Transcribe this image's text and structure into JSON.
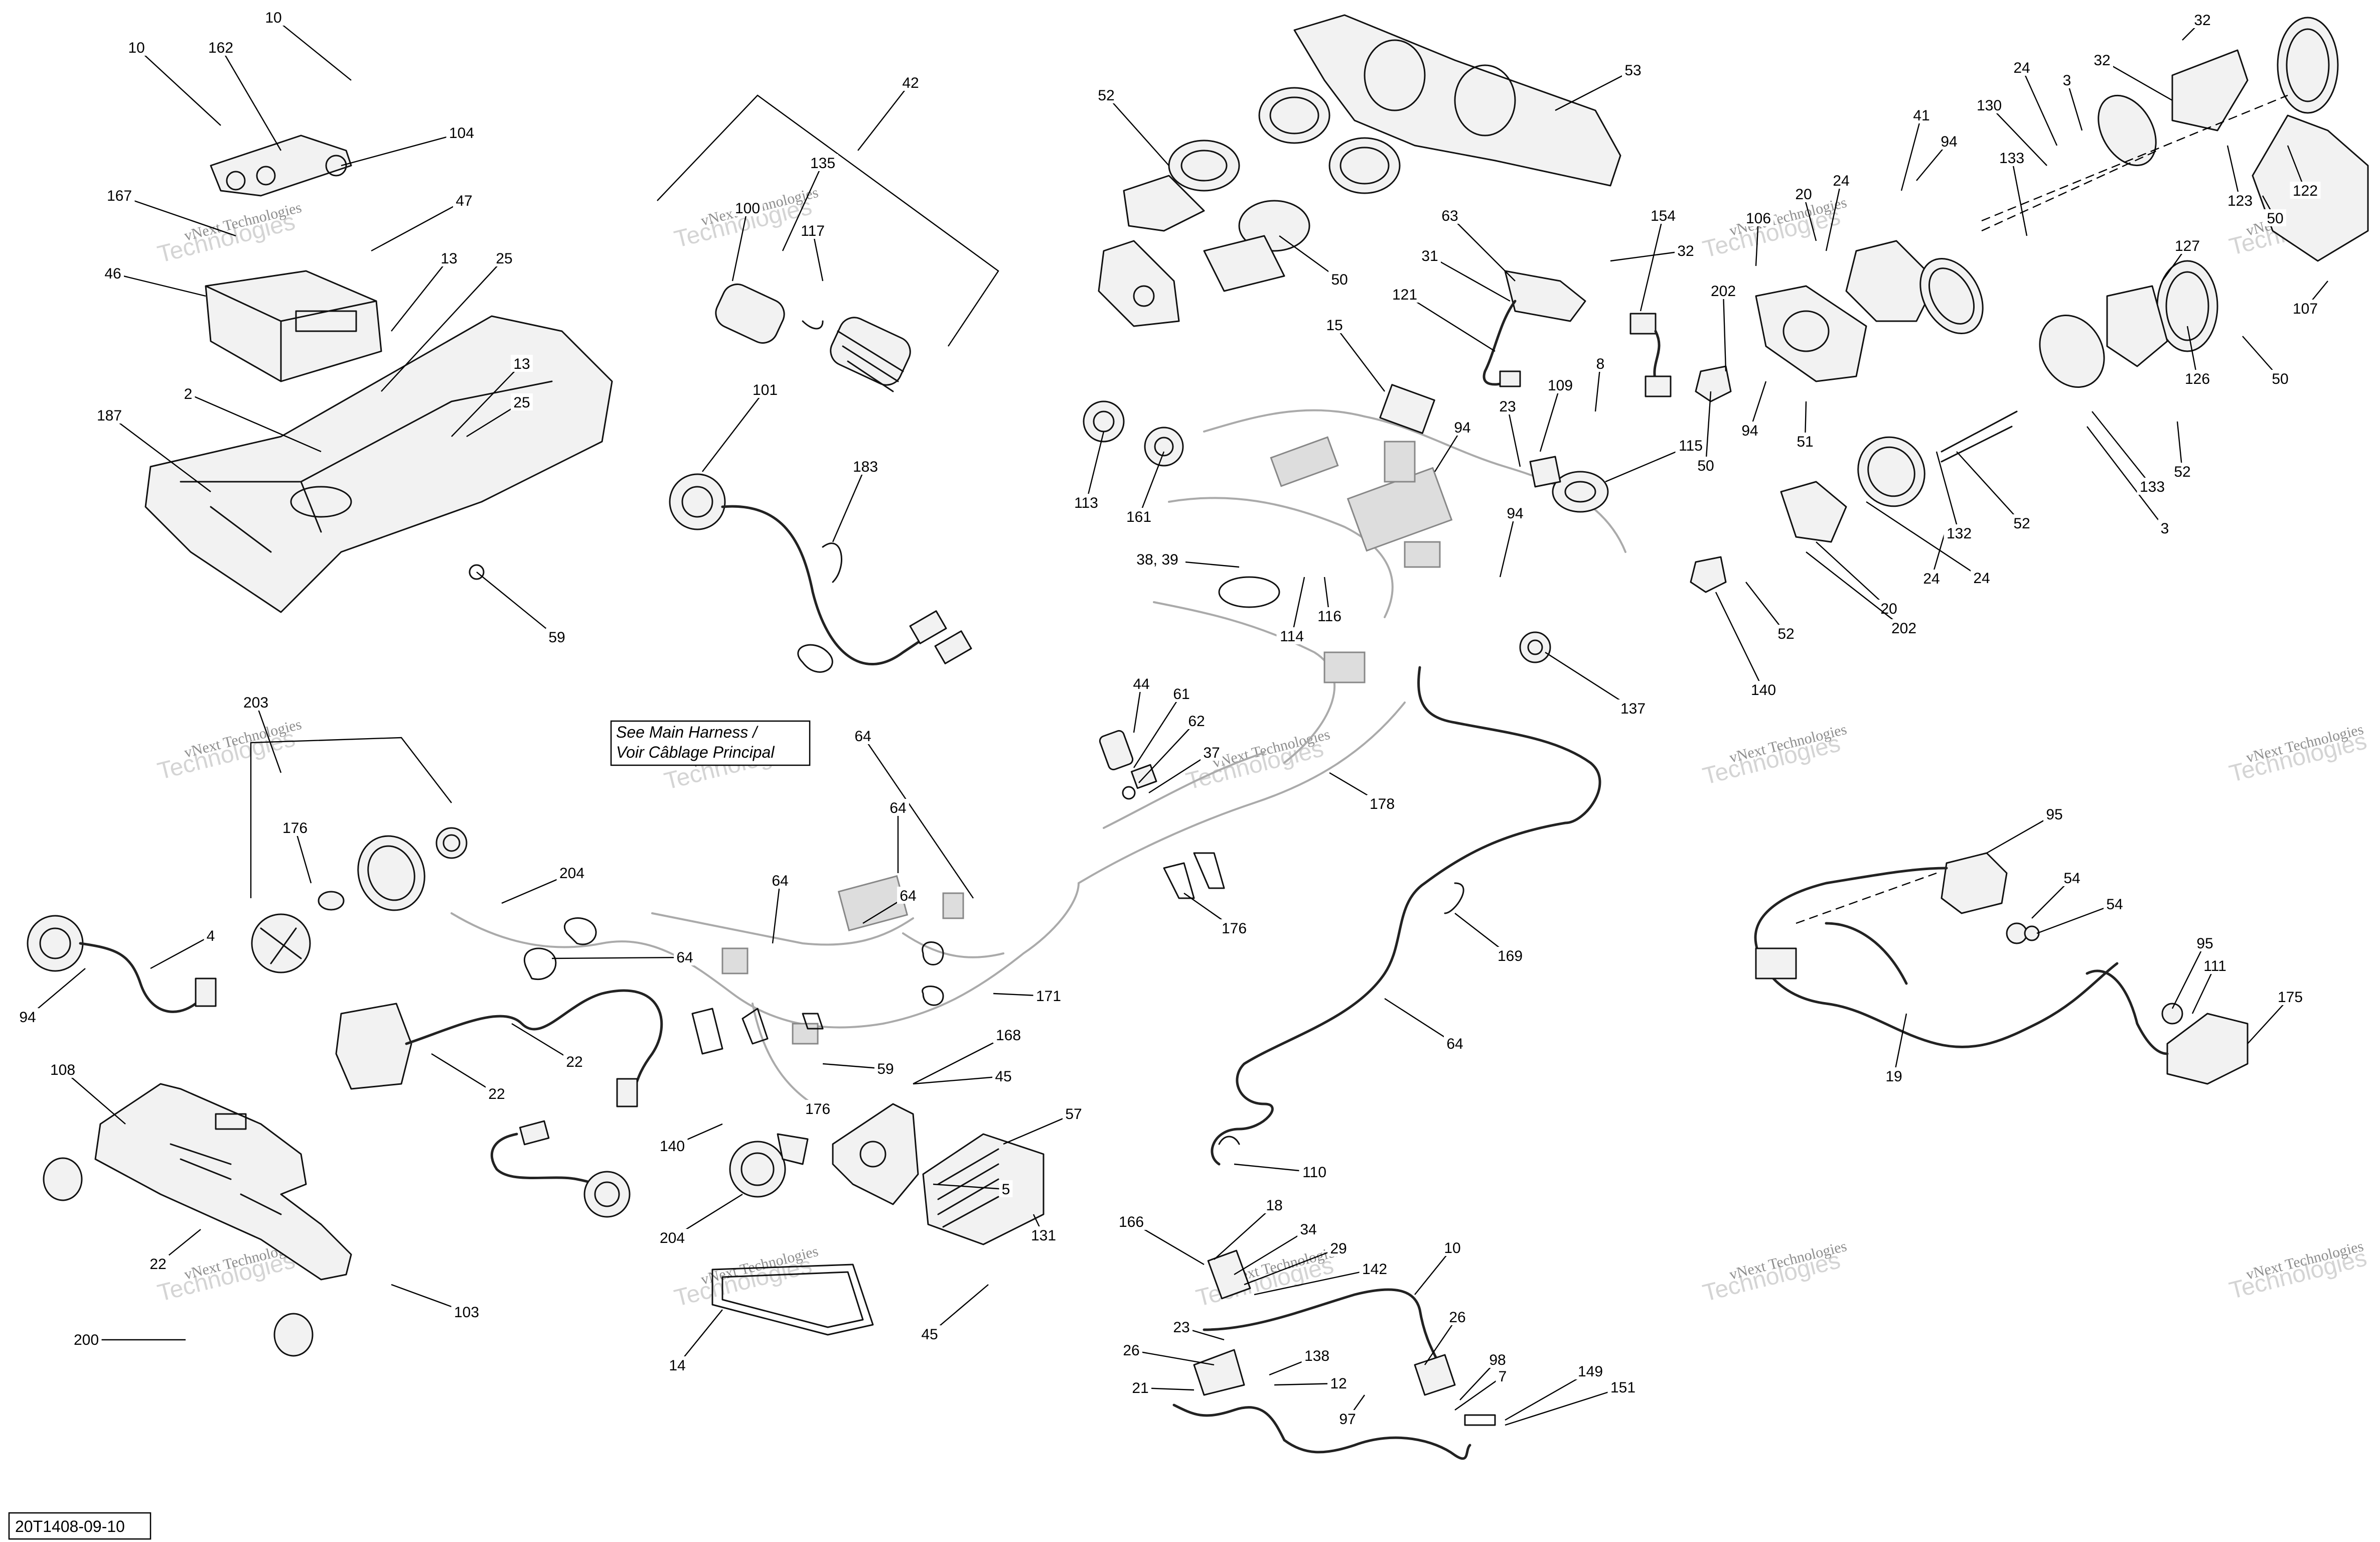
{
  "diagram": {
    "reference_code": "20T1408-09-10",
    "note_lines": [
      "See Main Harness /",
      "Voir Câblage Principal"
    ],
    "watermark_line1": "vNext Technologies",
    "watermark_line2": "Technologies",
    "callouts": [
      "10",
      "162",
      "10",
      "104",
      "167",
      "47",
      "46",
      "13",
      "25",
      "13",
      "2",
      "187",
      "25",
      "59",
      "42",
      "135",
      "100",
      "117",
      "101",
      "183",
      "52",
      "53",
      "63",
      "31",
      "121",
      "154",
      "15",
      "50",
      "113",
      "161",
      "38, 39",
      "114",
      "116",
      "94",
      "23",
      "109",
      "8",
      "115",
      "94",
      "137",
      "44",
      "61",
      "62",
      "37",
      "178",
      "32",
      "32",
      "24",
      "3",
      "41",
      "94",
      "130",
      "133",
      "20",
      "24",
      "106",
      "122",
      "123",
      "50",
      "107",
      "202",
      "94",
      "51",
      "50",
      "32",
      "127",
      "126",
      "50",
      "52",
      "24",
      "3",
      "133",
      "132",
      "52",
      "24",
      "20",
      "202",
      "52",
      "140",
      "203",
      "176",
      "204",
      "4",
      "94",
      "64",
      "64",
      "64",
      "171",
      "22",
      "22",
      "108",
      "22",
      "103",
      "200",
      "64",
      "64",
      "176",
      "59",
      "168",
      "45",
      "176",
      "140",
      "204",
      "5",
      "131",
      "57",
      "14",
      "45",
      "169",
      "64",
      "110",
      "95",
      "54",
      "54",
      "95",
      "111",
      "175",
      "19",
      "166",
      "18",
      "34",
      "29",
      "142",
      "10",
      "23",
      "26",
      "138",
      "21",
      "12",
      "97",
      "26",
      "98",
      "7",
      "149",
      "151"
    ]
  }
}
